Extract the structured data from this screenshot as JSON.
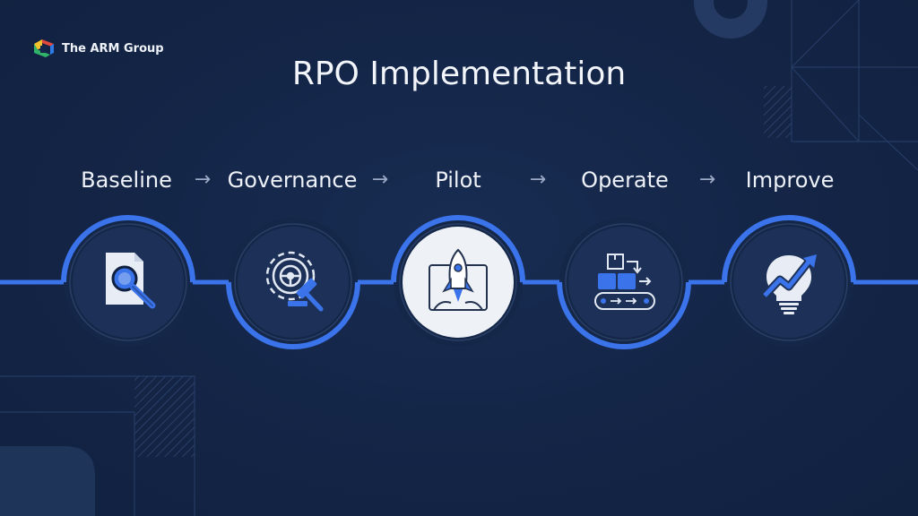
{
  "brand": {
    "name": "The ARM Group",
    "logo_colors": [
      "#f2c12e",
      "#e2483d",
      "#2f7be6",
      "#2fb36a"
    ]
  },
  "title": "RPO Implementation",
  "steps": [
    {
      "label": "Baseline",
      "icon": "document-magnifier-icon",
      "state": "complete"
    },
    {
      "label": "Governance",
      "icon": "gear-steering-gavel-icon",
      "state": "complete"
    },
    {
      "label": "Pilot",
      "icon": "rocket-launch-icon",
      "state": "current"
    },
    {
      "label": "Operate",
      "icon": "conveyor-boxes-icon",
      "state": "complete"
    },
    {
      "label": "Improve",
      "icon": "lightbulb-growth-icon",
      "state": "complete"
    }
  ],
  "arrows": [
    "→",
    "→",
    "→",
    "→"
  ],
  "colors": {
    "background": "#14264a",
    "accent": "#3a73ea",
    "node_fill": "#1d3158",
    "current_fill": "#eef1f6"
  }
}
